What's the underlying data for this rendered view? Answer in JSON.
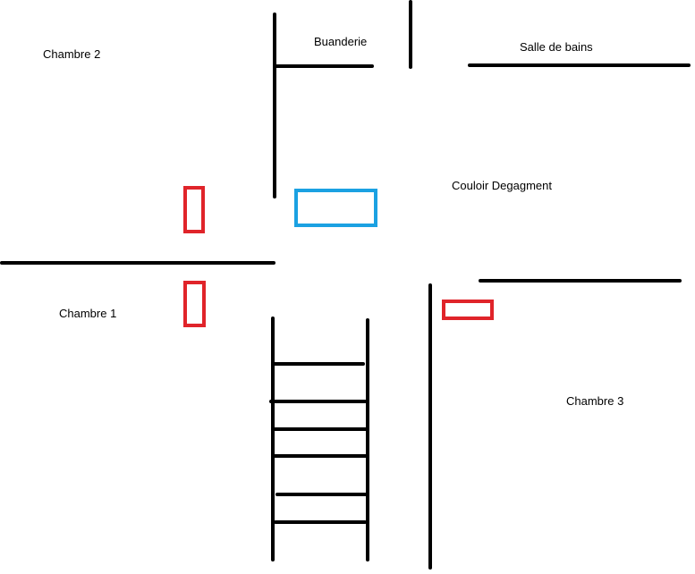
{
  "rooms": {
    "chambre_2": "Chambre 2",
    "buanderie": "Buanderie",
    "salle_de_bains": "Salle de bains",
    "couloir": "Couloir Degagment",
    "chambre_1": "Chambre 1",
    "chambre_3": "Chambre 3"
  },
  "colors": {
    "wall": "#000000",
    "marker_red": "#e0242a",
    "marker_blue": "#1ba1e2",
    "background": "#ffffff"
  }
}
